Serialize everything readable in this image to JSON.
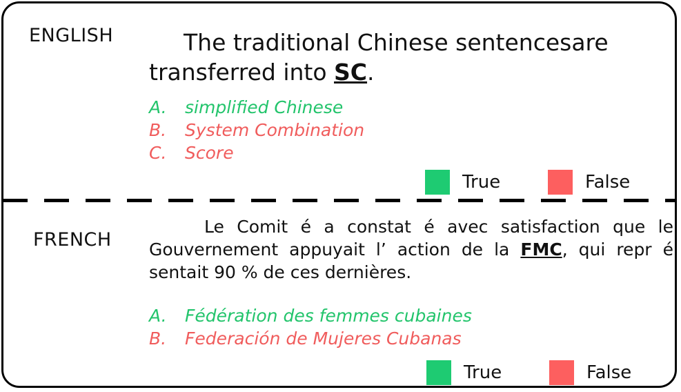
{
  "colors": {
    "true": "#1ecb72",
    "false": "#fd5f5f",
    "border": "#000000"
  },
  "english": {
    "lang_label": "ENGLISH",
    "sentence_before": "The traditional Chinese sentencesare transferred into ",
    "term": "SC",
    "sentence_after": ".",
    "options": [
      {
        "letter": "A.",
        "text": "simplified Chinese",
        "status": "true"
      },
      {
        "letter": "B.",
        "text": "System Combination",
        "status": "false"
      },
      {
        "letter": "C.",
        "text": "Score",
        "status": "false"
      }
    ],
    "legend": {
      "true_label": "True",
      "false_label": "False"
    }
  },
  "french": {
    "lang_label": "FRENCH",
    "sentence_before": "Le Comit é a constat é avec satisfaction que le Gouvernement appuyait l’ action de la ",
    "term": "FMC",
    "sentence_after": ", qui repr é sentait 90 % de ces dernières.",
    "options": [
      {
        "letter": "A.",
        "text": "Fédération des femmes cubaines",
        "status": "true"
      },
      {
        "letter": "B.",
        "text": "Federación de Mujeres Cubanas",
        "status": "false"
      }
    ],
    "legend": {
      "true_label": "True",
      "false_label": "False"
    }
  }
}
